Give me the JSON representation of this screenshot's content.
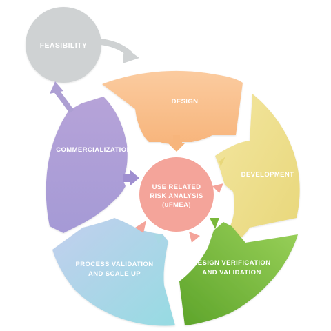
{
  "diagram": {
    "center": {
      "lines": [
        "USE RELATED",
        "RISK ANALYSIS",
        "(uFMEA)"
      ],
      "color": "#f4a49a"
    },
    "feasibility": {
      "label": "FEASIBILITY",
      "color": "#cfd2d3"
    },
    "stages": [
      {
        "label_lines": [
          "DESIGN"
        ],
        "color": "#fbc79c"
      },
      {
        "label_lines": [
          "DEVELOPMENT"
        ],
        "color": "#ecdf8c"
      },
      {
        "label_lines": [
          "DESIGN VERIFICATION",
          "AND VALIDATION"
        ],
        "color": "#79b83a"
      },
      {
        "label_lines": [
          "PROCESS VALIDATION",
          "AND SCALE UP"
        ],
        "color": "#a8d8e4"
      },
      {
        "label_lines": [
          "COMMERCIALIZATION"
        ],
        "color": "#ad9fd3"
      }
    ]
  }
}
